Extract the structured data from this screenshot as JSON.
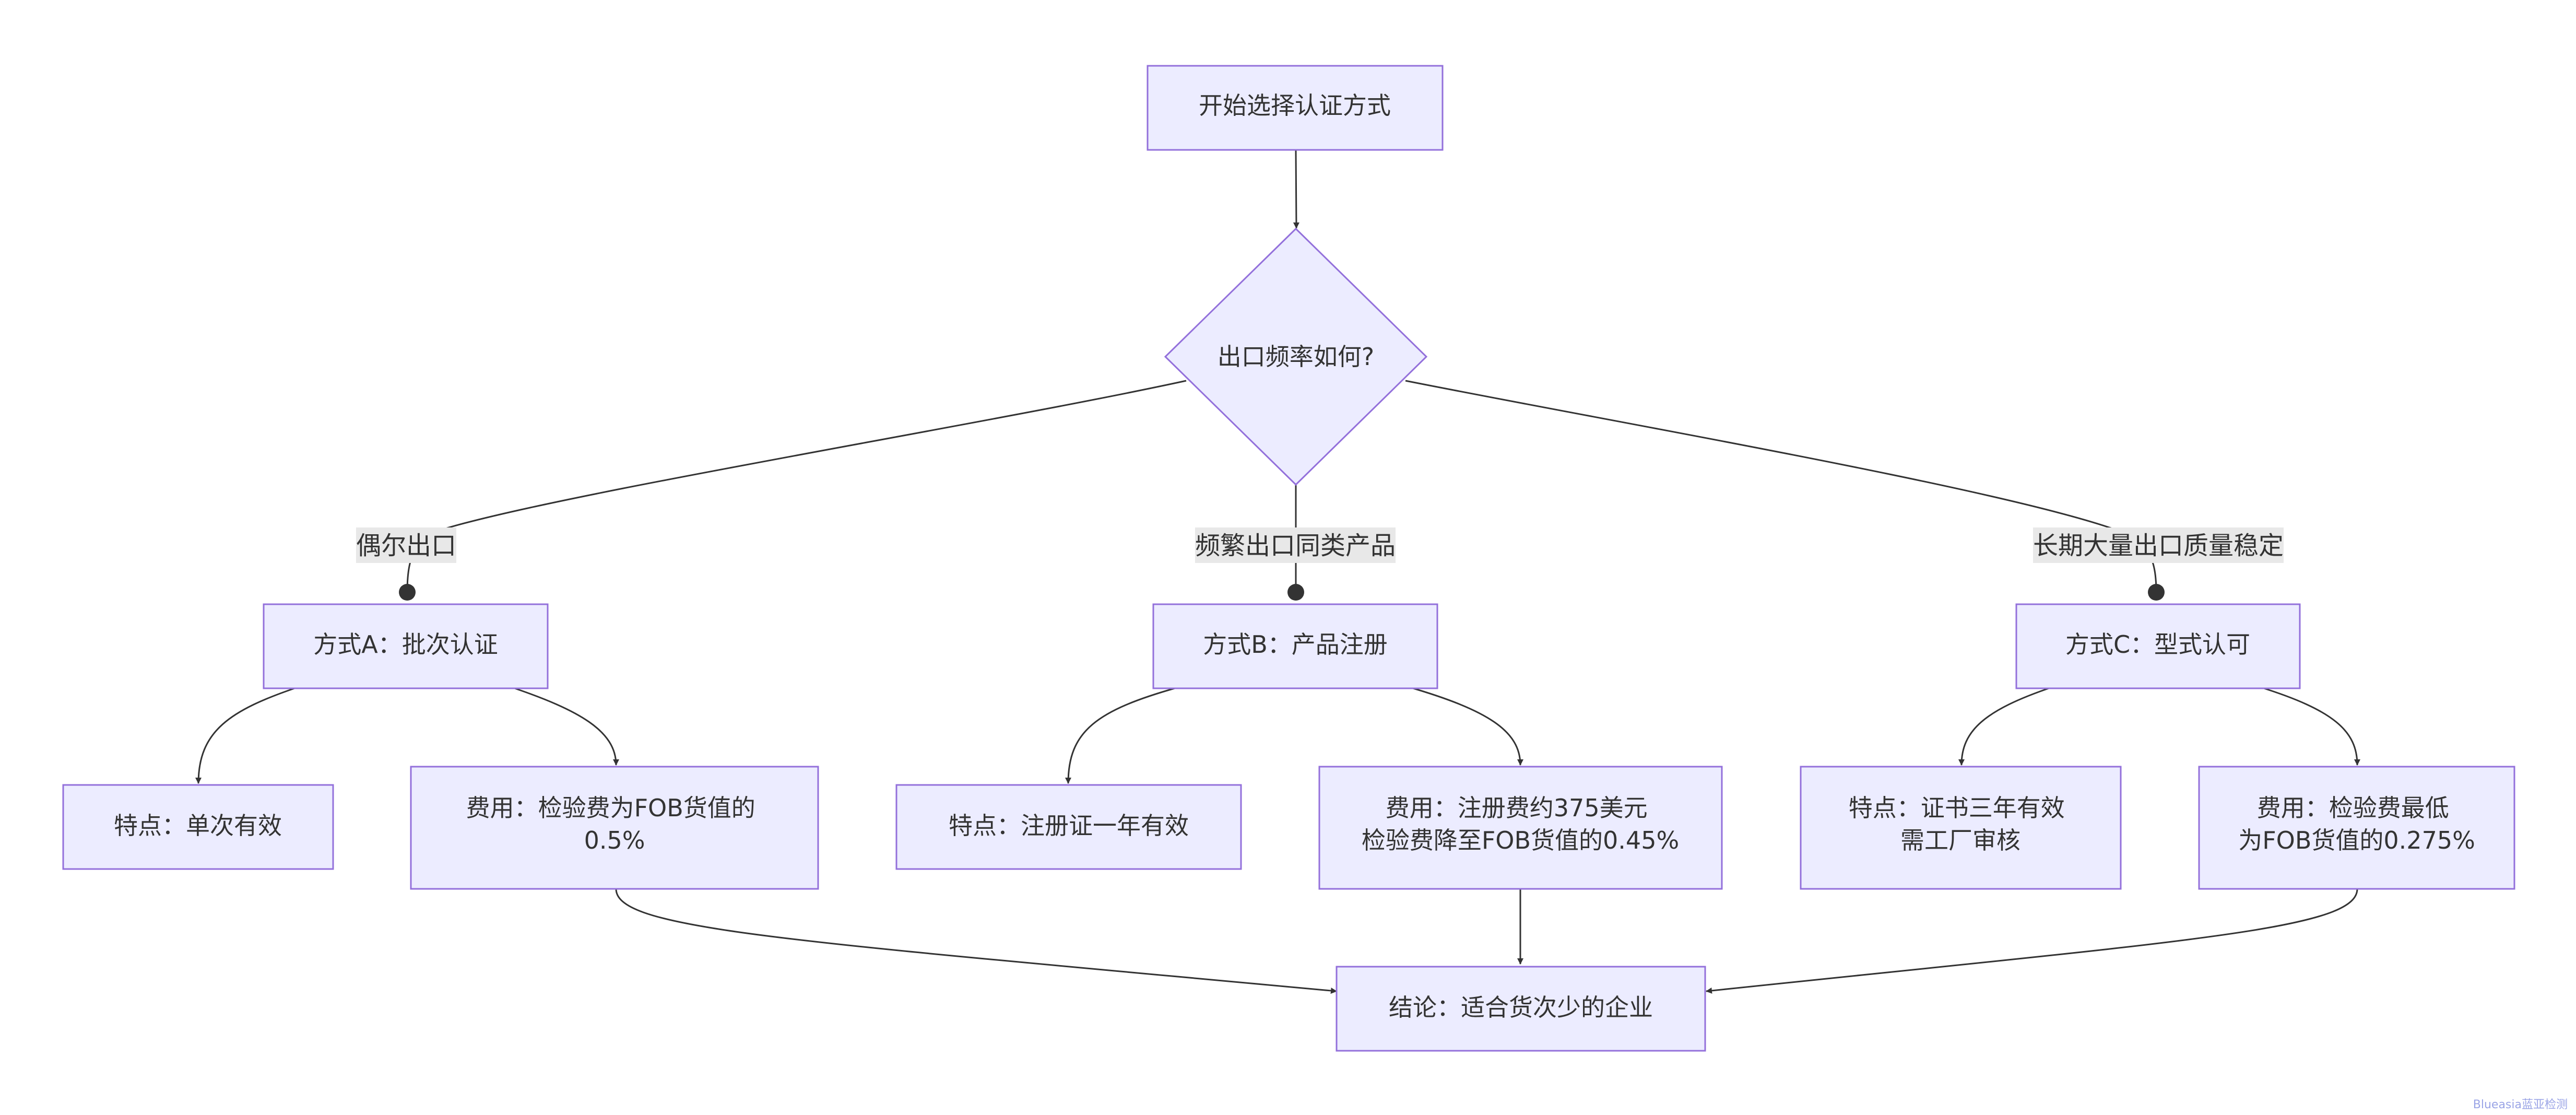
{
  "nodes": {
    "start": [
      "开始选择认证方式"
    ],
    "decision": [
      "出口频率如何?"
    ],
    "method_a": [
      "方式A：批次认证"
    ],
    "method_b": [
      "方式B：产品注册"
    ],
    "method_c": [
      "方式C：型式认可"
    ],
    "a_feature": [
      "特点：单次有效"
    ],
    "a_cost": [
      "费用：检验费为FOB货值的",
      "0.5%"
    ],
    "b_feature": [
      "特点：注册证一年有效"
    ],
    "b_cost": [
      "费用：注册费约375美元",
      "检验费降至FOB货值的0.45%"
    ],
    "c_feature": [
      "特点：证书三年有效",
      "需工厂审核"
    ],
    "c_cost": [
      "费用：检验费最低",
      "为FOB货值的0.275%"
    ],
    "conclusion": [
      "结论：适合货次少的企业"
    ]
  },
  "edge_labels": {
    "to_a": "偶尔出口",
    "to_b": "频繁出口同类产品",
    "to_c": "长期大量出口质量稳定"
  },
  "watermark": "Blueasia蓝亚检测",
  "colors": {
    "node_fill": "#ECECFF",
    "node_stroke": "#9370DB",
    "edge": "#333333",
    "edge_label_bg": "#E8E8E8",
    "text": "#333333"
  }
}
